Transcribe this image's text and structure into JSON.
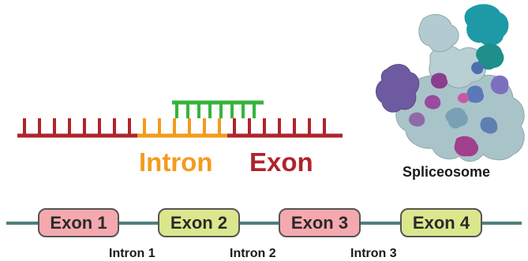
{
  "colors": {
    "exon_strand": "#b0242c",
    "intron_strand": "#f39b1e",
    "rna_strand": "#36b43c",
    "gene_line": "#4f7f7a",
    "exon_box_pink": "#f5a9ae",
    "exon_box_green": "#dbe78d",
    "intron_label_color": "#f39b1e",
    "exon_label_color": "#b0242c"
  },
  "labels": {
    "intron": "Intron",
    "exon": "Exon",
    "spliceosome": "Spliceosome"
  },
  "gene": {
    "exons": [
      "Exon 1",
      "Exon 2",
      "Exon 3",
      "Exon 4"
    ],
    "introns": [
      "Intron 1",
      "Intron 2",
      "Intron 3"
    ]
  },
  "icons": {
    "spliceosome": "spliceosome-protein-complex-icon"
  }
}
